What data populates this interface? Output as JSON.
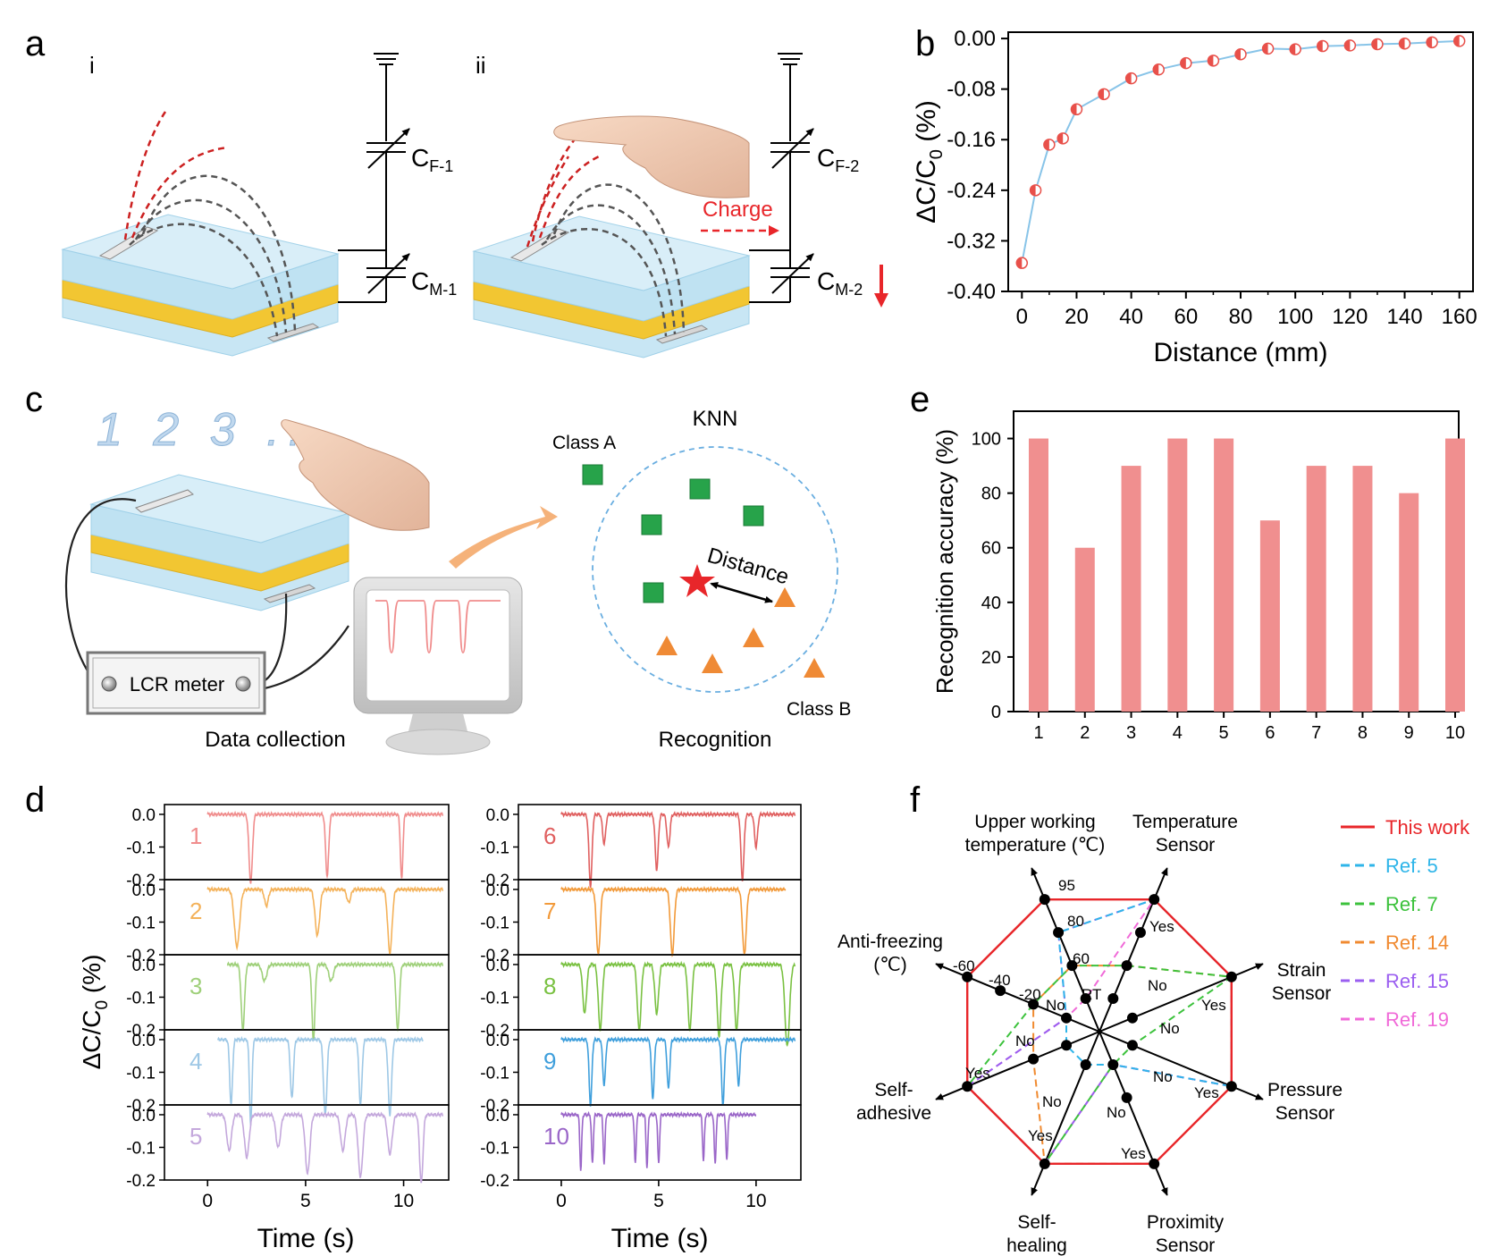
{
  "panels": {
    "a": {
      "letter": "a",
      "sub_i": "i",
      "sub_ii": "ii",
      "caps_i": {
        "f_main": "C",
        "f_sub": "F-1",
        "m_main": "C",
        "m_sub": "M-1"
      },
      "caps_ii": {
        "f_main": "C",
        "f_sub": "F-2",
        "m_main": "C",
        "m_sub": "M-2"
      },
      "charge_label": "Charge"
    },
    "c": {
      "letter": "c",
      "handwriting": "1 2 3 ...",
      "lcr_label": "LCR meter",
      "data_collection": "Data collection",
      "knn_title": "KNN",
      "class_a": "Class A",
      "class_b": "Class B",
      "distance_label": "Distance",
      "recognition": "Recognition"
    },
    "d": {
      "letter": "d",
      "ylabel_main": "ΔC/C",
      "ylabel_sub": "0",
      "ylabel_unit": " (%)",
      "xlabel": "Time (s)",
      "xticks": [
        "0",
        "5",
        "10"
      ],
      "left_labels": [
        "1",
        "2",
        "3",
        "4",
        "5"
      ],
      "right_labels": [
        "6",
        "7",
        "8",
        "9",
        "10"
      ],
      "colors": [
        "#f08d8d",
        "#f4b25a",
        "#9fd07a",
        "#9ec8e6",
        "#c4a8dc",
        "#e06060",
        "#f29a3a",
        "#7ac142",
        "#3f9fdc",
        "#9a66c8"
      ]
    },
    "f": {
      "letter": "f",
      "axes": [
        {
          "line1": "Temperature",
          "line2": "Sensor"
        },
        {
          "line1": "Strain",
          "line2": "Sensor"
        },
        {
          "line1": "Pressure",
          "line2": "Sensor"
        },
        {
          "line1": "Proximity",
          "line2": "Sensor"
        },
        {
          "line1": "Self-",
          "line2": "healing"
        },
        {
          "line1": "Self-",
          "line2": "adhesive"
        },
        {
          "line1": "Anti-freezing",
          "line2": "(℃)"
        },
        {
          "line1": "Upper working",
          "line2": "temperature (℃)"
        }
      ],
      "level_labels": {
        "temp_axis": [
          "95",
          "80",
          "60",
          "RT"
        ],
        "freeze_axis": [
          "-60",
          "-40",
          "-20",
          "No"
        ],
        "yes": "Yes",
        "no": "No"
      }
    }
  },
  "chart_data": [
    {
      "panel": "b",
      "letter": "b",
      "type": "line",
      "xlabel": "Distance (mm)",
      "ylabel_main": "ΔC/C",
      "ylabel_sub": "0",
      "ylabel_unit": " (%)",
      "xlim": [
        -5,
        165
      ],
      "ylim": [
        -0.4,
        0.01
      ],
      "xticks": [
        0,
        20,
        40,
        60,
        80,
        100,
        120,
        140,
        160
      ],
      "yticks": [
        0.0,
        -0.08,
        -0.16,
        -0.24,
        -0.32,
        -0.4
      ],
      "ytick_labels": [
        "0.00",
        "-0.08",
        "-0.16",
        "-0.24",
        "-0.32",
        "-0.40"
      ],
      "grid": false,
      "line_color": "#88c4e8",
      "marker_color": "#e8504a",
      "x": [
        0,
        5,
        10,
        15,
        20,
        30,
        40,
        50,
        60,
        70,
        80,
        90,
        100,
        110,
        120,
        130,
        140,
        150,
        160
      ],
      "y": [
        -0.355,
        -0.24,
        -0.168,
        -0.158,
        -0.112,
        -0.088,
        -0.063,
        -0.049,
        -0.039,
        -0.035,
        -0.025,
        -0.016,
        -0.017,
        -0.012,
        -0.011,
        -0.009,
        -0.008,
        -0.006,
        -0.004
      ]
    },
    {
      "panel": "e",
      "letter": "e",
      "type": "bar",
      "xlabel": "",
      "ylabel": "Recognition accuracy (%)",
      "categories": [
        "1",
        "2",
        "3",
        "4",
        "5",
        "6",
        "7",
        "8",
        "9",
        "10"
      ],
      "values": [
        100,
        60,
        90,
        100,
        100,
        70,
        90,
        90,
        80,
        100
      ],
      "ylim": [
        0,
        110
      ],
      "yticks": [
        0,
        20,
        40,
        60,
        80,
        100
      ],
      "bar_color": "#f08f8f",
      "grid": false
    },
    {
      "panel": "f",
      "type": "radar",
      "legend_position": "right",
      "series": [
        {
          "name": "This work",
          "color": "#e8262a",
          "dash": false,
          "values": [
            4,
            4,
            4,
            4,
            4,
            4,
            4,
            4
          ]
        },
        {
          "name": "Ref. 5",
          "color": "#2fb5e9",
          "dash": true,
          "values": [
            4,
            4,
            4,
            1,
            1,
            1,
            1,
            3
          ]
        },
        {
          "name": "Ref. 7",
          "color": "#3cc23c",
          "dash": true,
          "values": [
            2,
            4,
            1,
            1,
            4,
            4,
            2,
            2
          ]
        },
        {
          "name": "Ref. 14",
          "color": "#f08a30",
          "dash": true,
          "values": [
            2,
            4,
            4,
            4,
            4,
            2,
            2,
            2
          ]
        },
        {
          "name": "Ref. 15",
          "color": "#9b5ff0",
          "dash": true,
          "values": [
            4,
            4,
            4,
            1,
            4,
            4,
            1,
            3
          ]
        },
        {
          "name": "Ref. 19",
          "color": "#f06ad8",
          "dash": true,
          "values": [
            4,
            4,
            4,
            1,
            4,
            4,
            1,
            1
          ]
        }
      ]
    },
    {
      "panel": "d",
      "type": "line",
      "xlim": [
        -2.2,
        12.3
      ],
      "ylim": [
        -0.2,
        0.03
      ],
      "yticks": [
        0.0,
        -0.1,
        -0.2
      ],
      "ytick_labels": [
        "0.0",
        "-0.1",
        "-0.2"
      ],
      "series": [
        {
          "name": "1",
          "x_start": 0.0,
          "x_end": 12.0,
          "dips": [
            [
              2.2,
              0.21,
              0.22
            ],
            [
              6.1,
              0.19,
              0.2
            ],
            [
              9.9,
              0.2,
              0.16
            ]
          ]
        },
        {
          "name": "2",
          "x_start": 0.0,
          "x_end": 12.0,
          "dips": [
            [
              1.5,
              0.175,
              0.35
            ],
            [
              3.0,
              0.05,
              0.25
            ],
            [
              5.6,
              0.14,
              0.3
            ],
            [
              7.2,
              0.04,
              0.25
            ],
            [
              9.3,
              0.195,
              0.28
            ]
          ]
        },
        {
          "name": "3",
          "x_start": 1.0,
          "x_end": 12.0,
          "dips": [
            [
              1.8,
              0.2,
              0.22
            ],
            [
              2.9,
              0.05,
              0.3
            ],
            [
              5.4,
              0.23,
              0.2
            ],
            [
              6.3,
              0.05,
              0.3
            ],
            [
              9.7,
              0.2,
              0.22
            ]
          ]
        },
        {
          "name": "4",
          "x_start": 0.5,
          "x_end": 11.0,
          "dips": [
            [
              1.2,
              0.2,
              0.18
            ],
            [
              2.2,
              0.26,
              0.16
            ],
            [
              4.3,
              0.18,
              0.2
            ],
            [
              6.0,
              0.23,
              0.22
            ],
            [
              7.8,
              0.2,
              0.2
            ],
            [
              9.3,
              0.23,
              0.22
            ]
          ]
        },
        {
          "name": "5",
          "x_start": 0.0,
          "x_end": 12.0,
          "dips": [
            [
              1.1,
              0.11,
              0.3
            ],
            [
              2.0,
              0.13,
              0.3
            ],
            [
              3.6,
              0.1,
              0.3
            ],
            [
              5.1,
              0.18,
              0.3
            ],
            [
              6.9,
              0.11,
              0.3
            ],
            [
              7.8,
              0.19,
              0.3
            ],
            [
              9.3,
              0.12,
              0.3
            ],
            [
              10.9,
              0.21,
              0.22
            ]
          ]
        },
        {
          "name": "6",
          "x_start": 0.0,
          "x_end": 12.0,
          "dips": [
            [
              1.5,
              0.22,
              0.2
            ],
            [
              2.2,
              0.09,
              0.2
            ],
            [
              4.9,
              0.17,
              0.2
            ],
            [
              5.5,
              0.1,
              0.2
            ],
            [
              9.3,
              0.2,
              0.2
            ],
            [
              10.0,
              0.1,
              0.2
            ]
          ]
        },
        {
          "name": "7",
          "x_start": 0.0,
          "x_end": 11.5,
          "dips": [
            [
              1.9,
              0.2,
              0.25
            ],
            [
              5.7,
              0.2,
              0.25
            ],
            [
              9.4,
              0.2,
              0.25
            ]
          ]
        },
        {
          "name": "8",
          "x_start": 0.0,
          "x_end": 12.0,
          "dips": [
            [
              1.2,
              0.15,
              0.25
            ],
            [
              2.0,
              0.2,
              0.25
            ],
            [
              4.0,
              0.2,
              0.25
            ],
            [
              4.9,
              0.15,
              0.25
            ],
            [
              6.6,
              0.2,
              0.25
            ],
            [
              8.1,
              0.22,
              0.25
            ],
            [
              9.0,
              0.2,
              0.25
            ],
            [
              11.6,
              0.25,
              0.3
            ]
          ]
        },
        {
          "name": "9",
          "x_start": 0.0,
          "x_end": 12.0,
          "dips": [
            [
              1.5,
              0.2,
              0.18
            ],
            [
              2.2,
              0.14,
              0.18
            ],
            [
              4.7,
              0.18,
              0.18
            ],
            [
              5.5,
              0.15,
              0.18
            ],
            [
              8.3,
              0.2,
              0.18
            ],
            [
              9.1,
              0.14,
              0.18
            ]
          ]
        },
        {
          "name": "10",
          "x_start": 0.0,
          "x_end": 10.0,
          "dips": [
            [
              1.0,
              0.17,
              0.12
            ],
            [
              1.6,
              0.15,
              0.12
            ],
            [
              2.2,
              0.15,
              0.12
            ],
            [
              3.8,
              0.15,
              0.12
            ],
            [
              4.4,
              0.16,
              0.12
            ],
            [
              5.0,
              0.15,
              0.12
            ],
            [
              7.3,
              0.14,
              0.12
            ],
            [
              7.9,
              0.15,
              0.12
            ],
            [
              8.5,
              0.14,
              0.12
            ]
          ]
        }
      ]
    }
  ]
}
